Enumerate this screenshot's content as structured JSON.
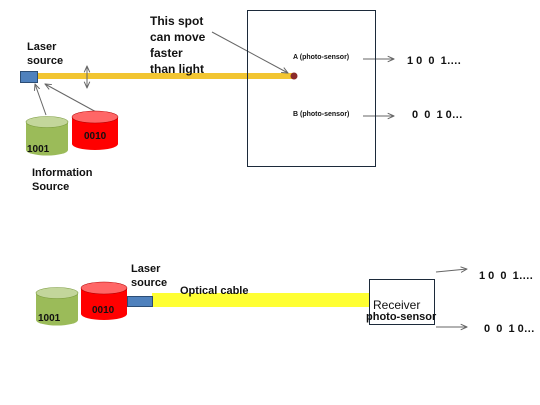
{
  "top": {
    "laser_label": "Laser\nsource",
    "spot_label": "This spot\ncan move\nfaster\nthan light",
    "sensor_a_label": "A (photo-sensor)",
    "sensor_b_label": "B (photo-sensor)",
    "bits_a": "1 0  0  1….",
    "bits_b": "0  0  1 0…",
    "green_drum": "1001",
    "red_drum": "0010",
    "info_label": "Information\nSource"
  },
  "bottom": {
    "laser_label": "Laser\nsource",
    "cable_label": "Optical cable",
    "receiver_label": "Receiver",
    "sensor_label": "photo-sensor",
    "bits_a": "1 0  0  1….",
    "bits_b": "0  0  1 0…",
    "green_drum": "1001",
    "red_drum": "0010"
  },
  "colors": {
    "beam": "#f2c531",
    "cable": "#ffff33",
    "laser": "#4f81bd",
    "drum_green": "#9bbb59",
    "drum_red": "#ff0000",
    "spot": "#8b2a2a"
  }
}
